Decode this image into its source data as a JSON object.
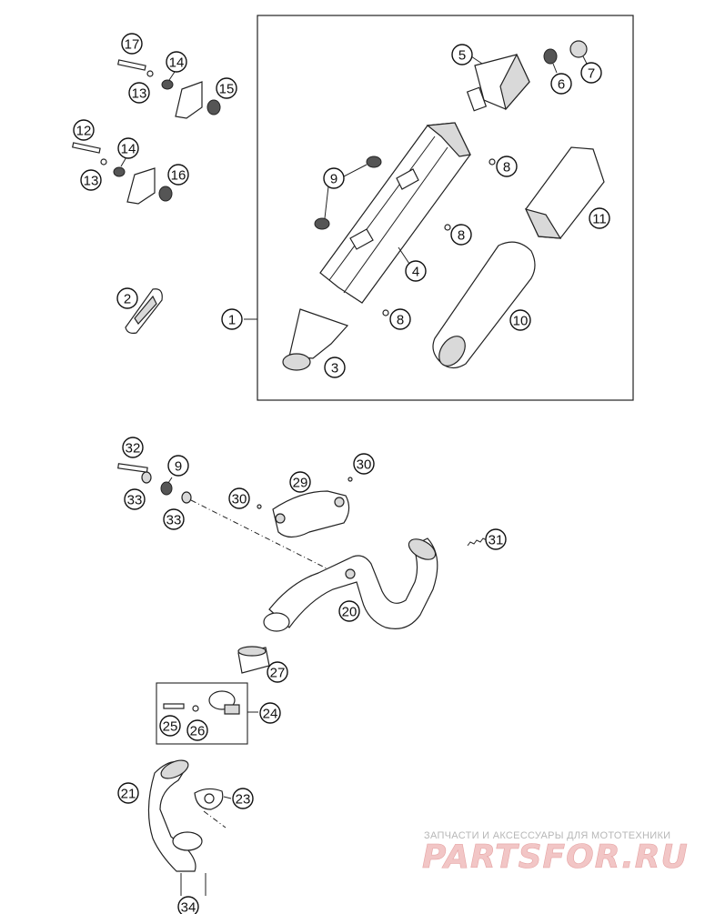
{
  "diagram": {
    "type": "exploded-parts-diagram",
    "callouts": [
      "1",
      "2",
      "3",
      "4",
      "5",
      "6",
      "7",
      "8",
      "8",
      "8",
      "9",
      "10",
      "11",
      "12",
      "13",
      "13",
      "14",
      "14",
      "15",
      "16",
      "17",
      "9",
      "20",
      "21",
      "23",
      "24",
      "25",
      "26",
      "27",
      "29",
      "30",
      "30",
      "31",
      "32",
      "33",
      "33",
      "34"
    ]
  },
  "watermark": {
    "subtitle": "ЗАПЧАСТИ И АКСЕССУАРЫ ДЛЯ МОТОТЕХНИКИ",
    "logo_text": "PARTSFOR.RU"
  }
}
